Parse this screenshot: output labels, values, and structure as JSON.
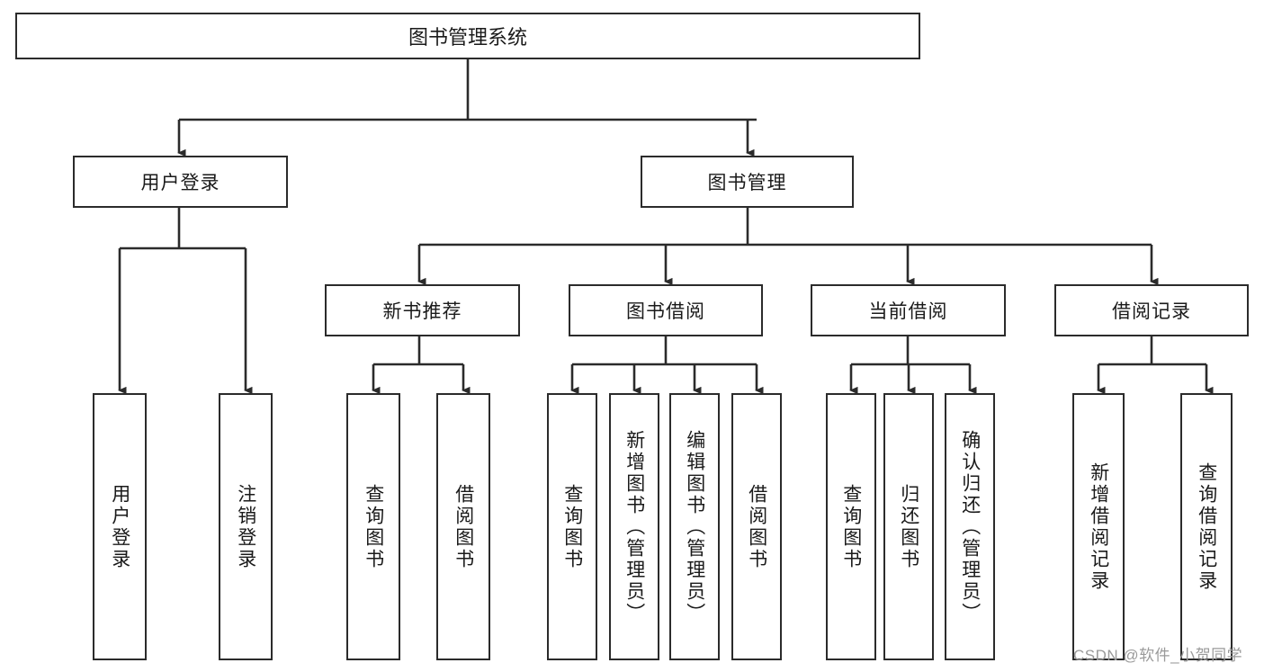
{
  "diagram": {
    "title": "图书管理系统",
    "type": "hierarchy-tree",
    "root": {
      "label": "图书管理系统"
    },
    "level2": [
      {
        "label": "用户登录"
      },
      {
        "label": "图书管理"
      }
    ],
    "level3": [
      {
        "label": "新书推荐"
      },
      {
        "label": "图书借阅"
      },
      {
        "label": "当前借阅"
      },
      {
        "label": "借阅记录"
      }
    ],
    "leaves": {
      "user_login": [
        {
          "label": "用户登录"
        },
        {
          "label": "注销登录"
        }
      ],
      "new_book_recommend": [
        {
          "label": "查询图书"
        },
        {
          "label": "借阅图书"
        }
      ],
      "book_borrow": [
        {
          "label": "查询图书"
        },
        {
          "label": "新增图书（管理员）"
        },
        {
          "label": "编辑图书（管理员）"
        },
        {
          "label": "借阅图书"
        }
      ],
      "current_borrow": [
        {
          "label": "查询图书"
        },
        {
          "label": "归还图书"
        },
        {
          "label": "确认归还（管理员）"
        }
      ],
      "borrow_record": [
        {
          "label": "新增借阅记录"
        },
        {
          "label": "查询借阅记录"
        }
      ]
    }
  },
  "watermark": {
    "text": "CSDN @软件_小贺同学"
  },
  "colors": {
    "stroke": "#2b2b2b",
    "text": "#1a1a1a",
    "background": "#ffffff",
    "watermark": "#9a9a9a"
  }
}
